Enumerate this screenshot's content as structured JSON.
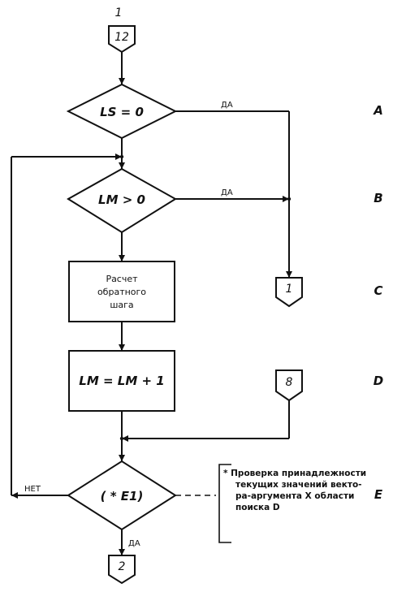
{
  "top_label": "1",
  "connectors": {
    "start": "12",
    "to_1": "1",
    "from_8": "8",
    "end": "2"
  },
  "decisions": {
    "ls": "LS = 0",
    "lm": "LM > 0",
    "e1": "( * E1)"
  },
  "processes": {
    "calc_line1": "Расчет",
    "calc_line2": "обратного",
    "calc_line3": "шага",
    "increment": "LM = LM + 1"
  },
  "branch_labels": {
    "yes_ls": "ДА",
    "yes_lm": "ДА",
    "no_e1": "НЕТ",
    "yes_e1": "ДА"
  },
  "row_labels": [
    "A",
    "B",
    "C",
    "D",
    "E"
  ],
  "note": {
    "line1": "* Проверка принадлежности",
    "line2": "текущих значений векто-",
    "line3": "ра-аргумента X области",
    "line4": "поиска D"
  }
}
